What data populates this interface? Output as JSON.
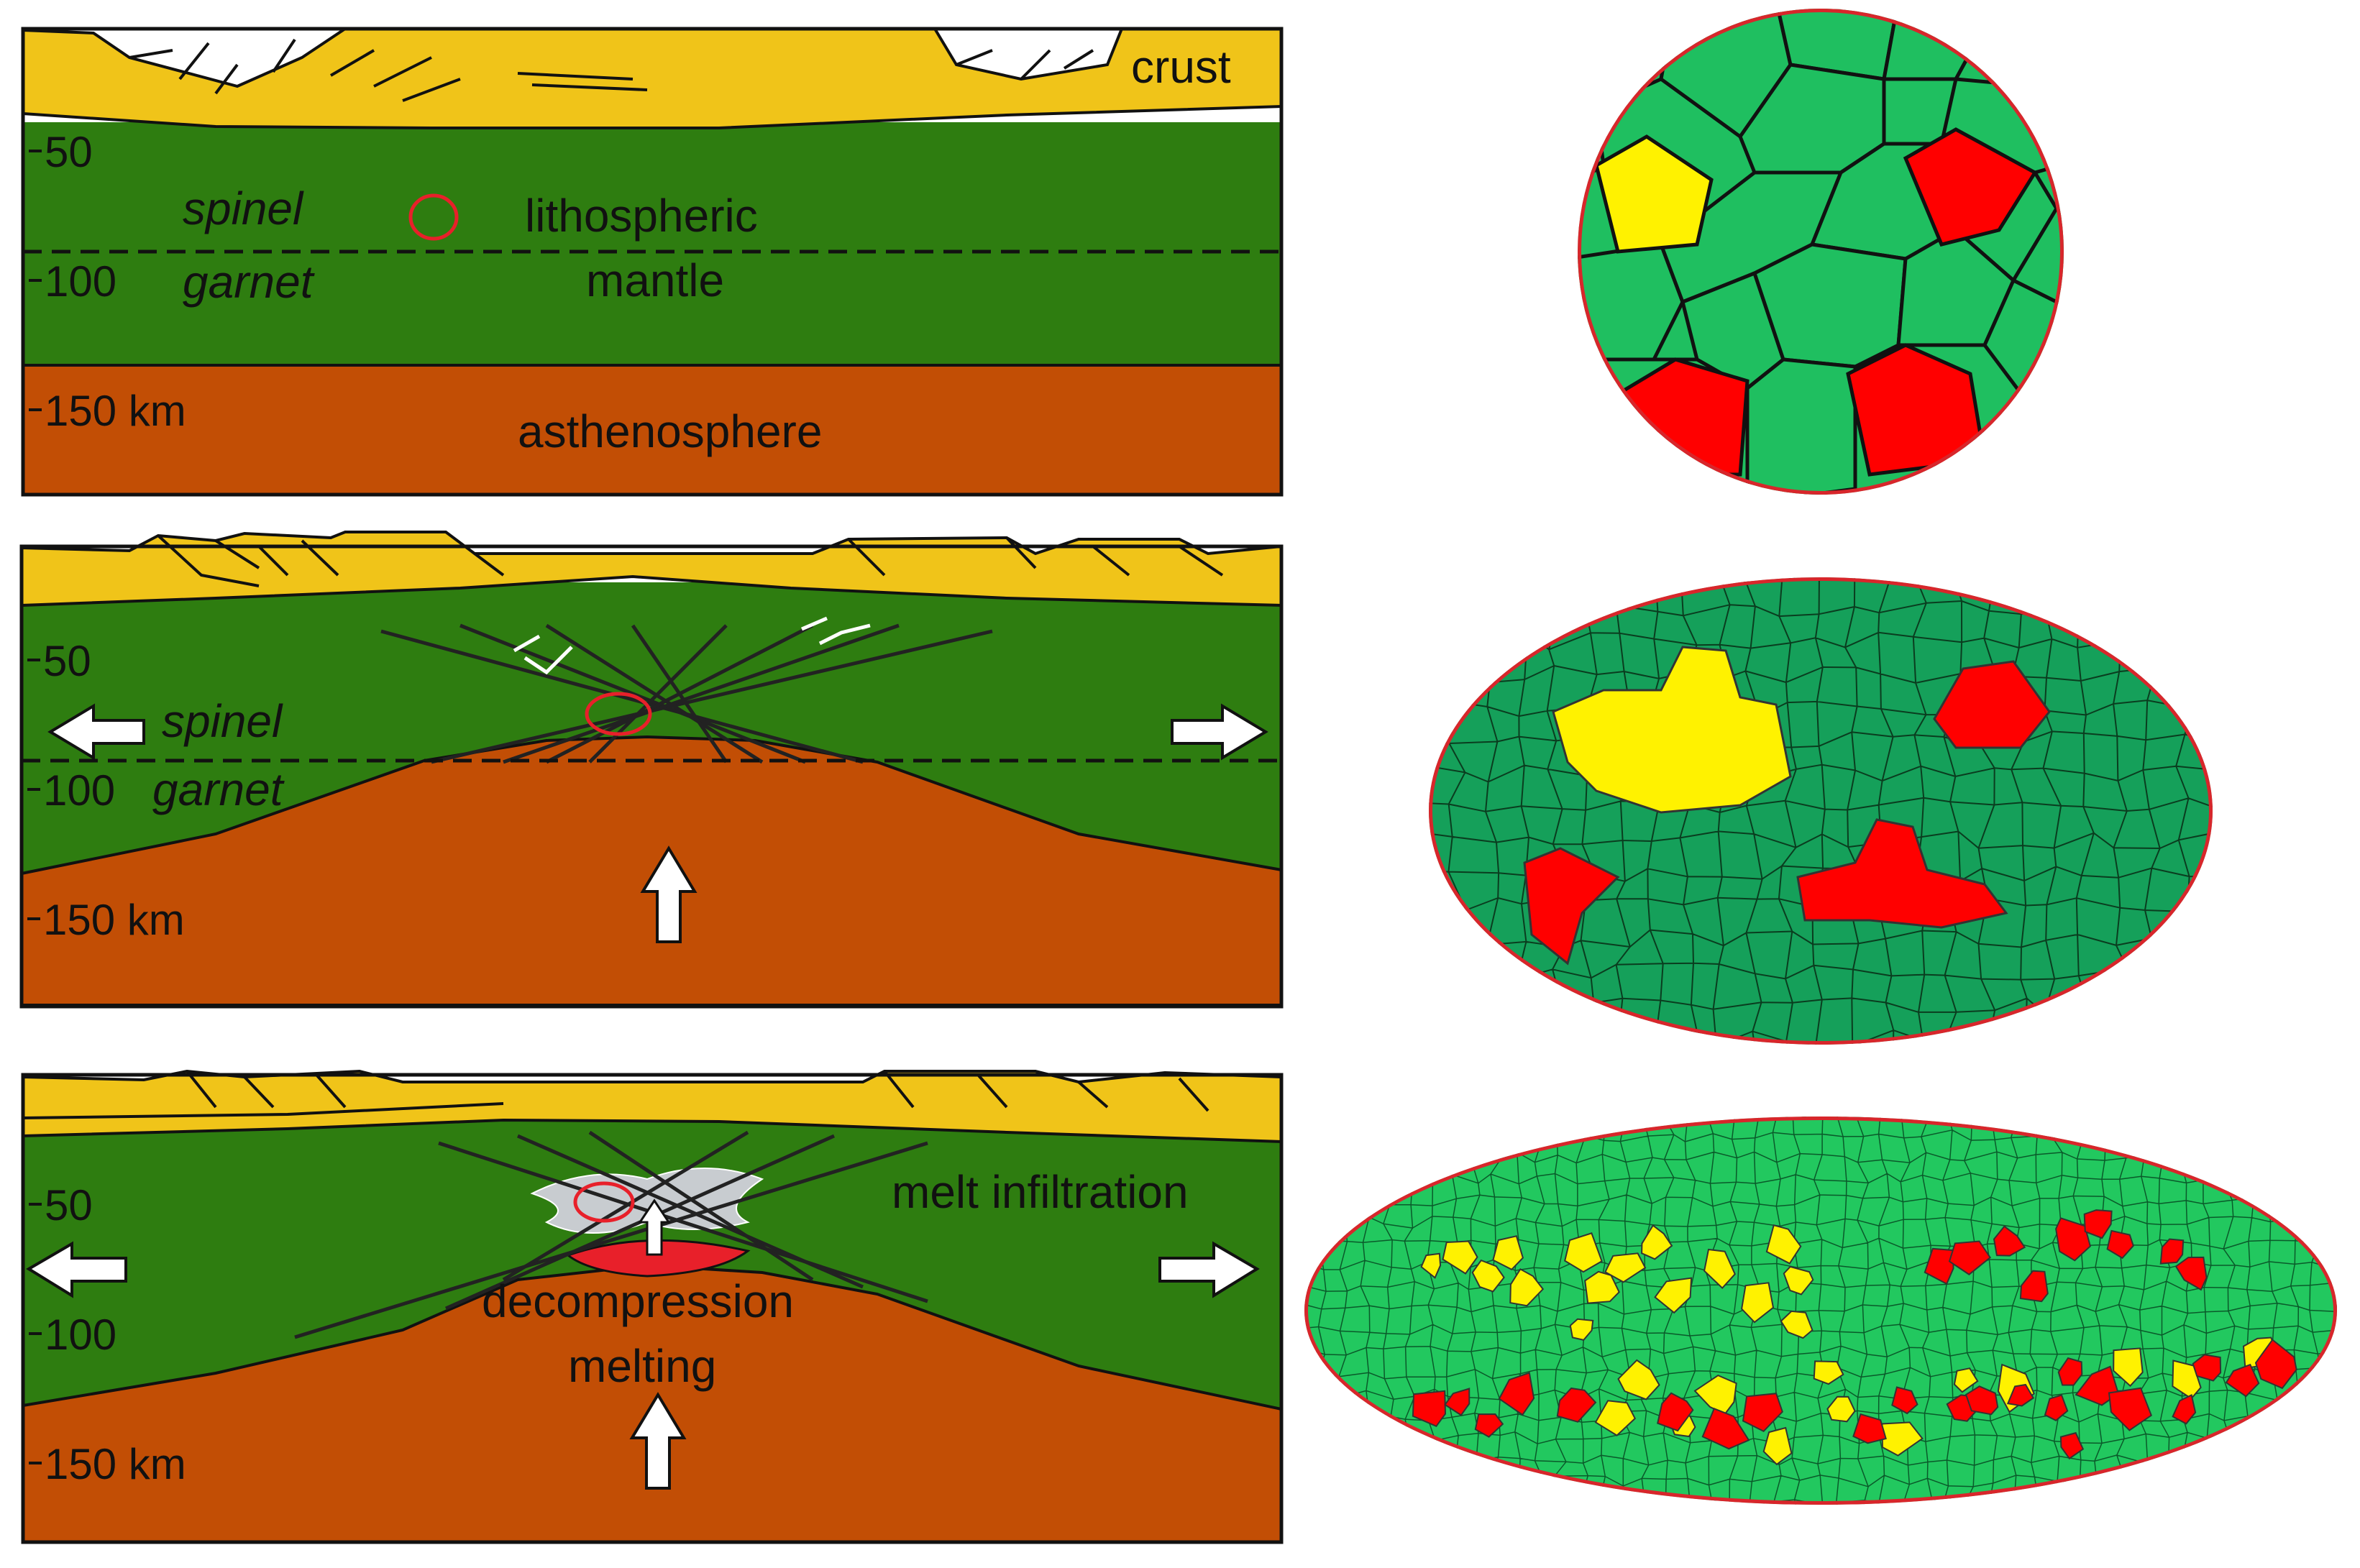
{
  "colors": {
    "crust": "#F0C419",
    "mantle": "#2E7D10",
    "asthenosphere": "#C24E05",
    "melt": "#E8202A",
    "grain_green_1": "#1FBF60",
    "grain_green_2": "#15A05A",
    "grain_green_3": "#22C85F",
    "grain_yellow": "#FFF200",
    "grain_red": "#FF0000",
    "outline_red": "#D8262B"
  },
  "panel1": {
    "crust_label": "crust",
    "spinel": "spinel",
    "garnet": "garnet",
    "mantle_label_1": "lithospheric",
    "mantle_label_2": "mantle",
    "asthenosphere_label": "asthenosphere",
    "depth_50": "50",
    "depth_100": "100",
    "depth_150": "150 km"
  },
  "panel2": {
    "spinel": "spinel",
    "garnet": "garnet",
    "depth_50": "50",
    "depth_100": "100",
    "depth_150": "150 km"
  },
  "panel3": {
    "melt_label": "melt infiltration",
    "decompression_1": "decompression",
    "decompression_2": "melting",
    "depth_50": "50",
    "depth_100": "100",
    "depth_150": "150 km"
  },
  "icons": {
    "arrow_left": "arrow-left-icon",
    "arrow_right": "arrow-right-icon",
    "arrow_up": "arrow-up-icon",
    "shear_sense": "shear-sense-icon",
    "sample_location": "sample-location-icon"
  }
}
